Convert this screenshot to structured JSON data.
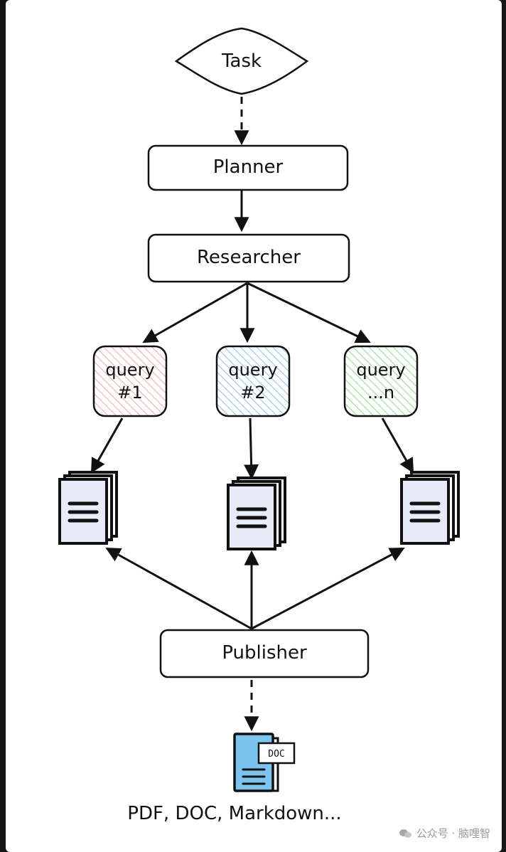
{
  "nodes": {
    "task": "Task",
    "planner": "Planner",
    "researcher": "Researcher",
    "publisher": "Publisher"
  },
  "queries": [
    {
      "line1": "query",
      "line2": "#1",
      "color": "#f4a6a6"
    },
    {
      "line1": "query",
      "line2": "#2",
      "color": "#8dc2ee"
    },
    {
      "line1": "query",
      "line2": "...n",
      "color": "#8fdc8f"
    }
  ],
  "output": {
    "doc_badge": "DOC",
    "formats": "PDF, DOC, Markdown..."
  },
  "watermark": {
    "text": "公众号 · 脑哩智"
  },
  "colors": {
    "doc_fill": "#e6ecf7",
    "output_doc_fill": "#7cc4f0",
    "stroke": "#111111"
  }
}
